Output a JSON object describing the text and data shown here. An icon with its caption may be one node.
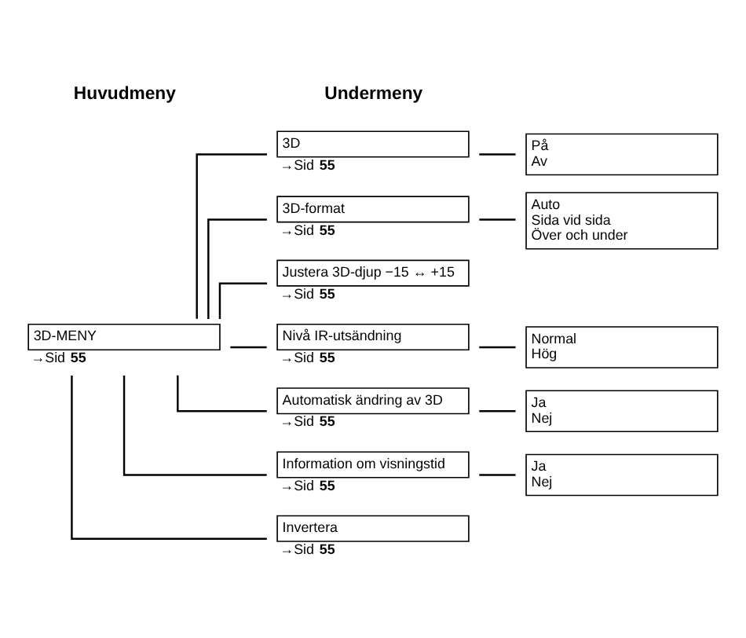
{
  "diagram": {
    "nodes": [
      {
        "text": [
          "3D-MENY"
        ],
        "beside": [
          "→Sid **55**"
        ]
      },
      {
        "text": [
          "3D"
        ],
        "beside": [
          "→Sid **55**"
        ]
      },
      {
        "text": [
          "3D-format"
        ],
        "beside": [
          "→Sid **55**"
        ]
      },
      {
        "text": [
          "Justera 3D-djup −15 ↔ +15"
        ],
        "beside": [
          "→Sid **55**"
        ]
      },
      {
        "text": [
          "Nivå IR-utsändning"
        ],
        "beside": [
          "→Sid **55**"
        ]
      },
      {
        "text": [
          "Automatisk ändring av 3D"
        ],
        "beside": [
          "→Sid **55**"
        ]
      },
      {
        "text": [
          "Information om visningstid"
        ],
        "beside": [
          "→Sid **55**"
        ]
      },
      {
        "text": [
          "Invertera"
        ],
        "beside": [
          "→Sid **55**"
        ]
      },
      {
        "text": [
          "På",
          "Av"
        ]
      },
      {
        "text": [
          "Auto",
          "Sida vid sida",
          "Över och under"
        ]
      },
      {
        "text": [
          "Normal",
          "Hög"
        ]
      },
      {
        "text": [
          "Ja",
          "Nej"
        ]
      },
      {
        "text": [
          "Ja",
          "Nej"
        ]
      }
    ],
    "edges": [
      {
        "from": 0,
        "to": 1,
        "arrow": "none"
      },
      {
        "from": 0,
        "to": 2,
        "arrow": "none"
      },
      {
        "from": 0,
        "to": 3,
        "arrow": "none"
      },
      {
        "from": 0,
        "to": 4,
        "arrow": "none"
      },
      {
        "from": 0,
        "to": 5,
        "arrow": "none"
      },
      {
        "from": 0,
        "to": 6,
        "arrow": "none"
      },
      {
        "from": 0,
        "to": 7,
        "arrow": "none"
      },
      {
        "from": 1,
        "to": 8,
        "arrow": "none"
      },
      {
        "from": 2,
        "to": 9,
        "arrow": "none"
      },
      {
        "from": 4,
        "to": 10,
        "arrow": "none"
      },
      {
        "from": 5,
        "to": 11,
        "arrow": "none"
      },
      {
        "from": 6,
        "to": 12,
        "arrow": "none"
      }
    ],
    "labels": [
      "Huvudmeny",
      "Undermeny"
    ]
  }
}
